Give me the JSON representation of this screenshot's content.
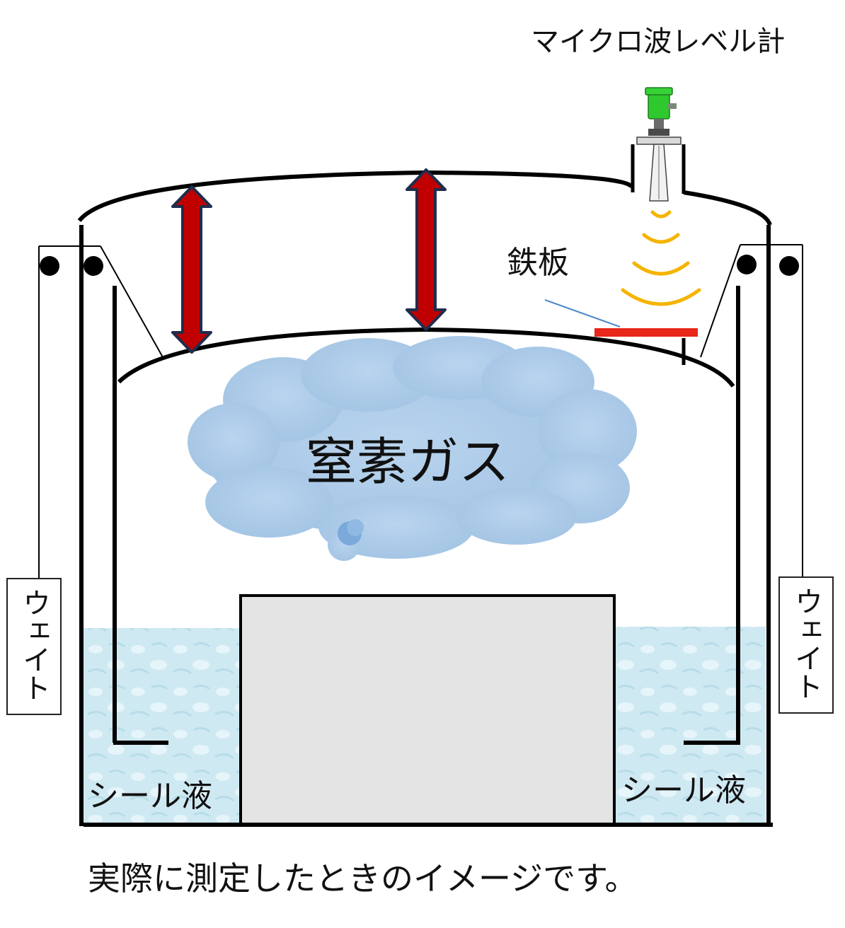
{
  "labels": {
    "level_meter": "マイクロ波レベル計",
    "iron_plate": "鉄板",
    "gas": "窒素ガス",
    "weight": "ウェイト",
    "seal_liquid": "シール液",
    "caption": "実際に測定したときのイメージです。"
  },
  "colors": {
    "outline": "#000000",
    "arrow": "#c00000",
    "arrow_edge": "#1f2d4d",
    "iron_plate": "#e8261a",
    "wave": "#f5b400",
    "gas_cloud": "#a9c8e6",
    "liquid": "#cfe9f2",
    "block": "#e4e4e4",
    "meter_green": "#2fc92f"
  }
}
